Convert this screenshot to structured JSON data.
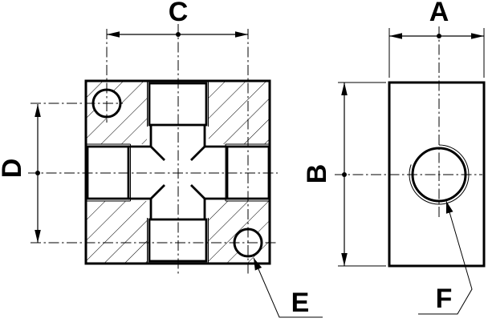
{
  "page": {
    "background_color": "#ffffff",
    "line_color": "#000000",
    "type_note": "two-view technical section drawing of a cross-ported block"
  },
  "dimensions": {
    "front_width": "C",
    "front_height": "D",
    "side_width": "A",
    "side_height": "B"
  },
  "callouts": {
    "front_hole": "E",
    "side_hole": "F"
  }
}
